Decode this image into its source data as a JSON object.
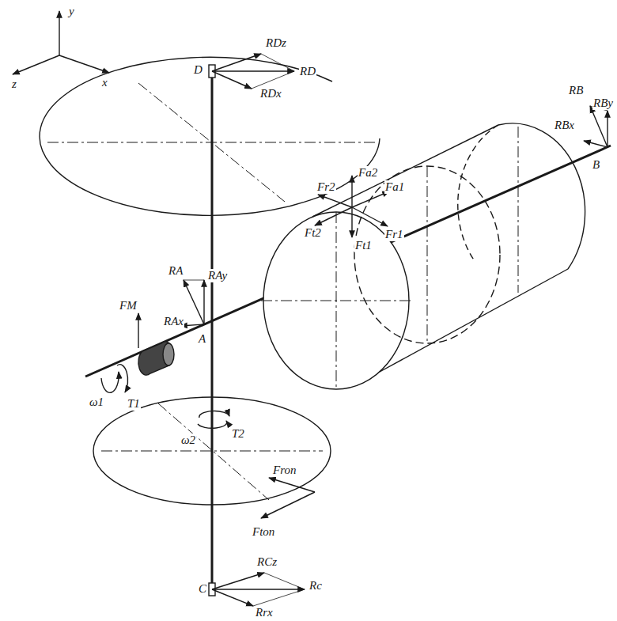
{
  "diagram": {
    "labels": [
      "y",
      "z",
      "x",
      "D",
      "RDz",
      "RD",
      "RDx",
      "RB",
      "RBy",
      "RBx",
      "B",
      "Fr2",
      "Fa2",
      "Fa1",
      "Ft2",
      "Fr1",
      "Ft1",
      "RA",
      "RAy",
      "RAx",
      "FM",
      "A",
      "ω1",
      "T1",
      "ω2",
      "T2",
      "Fron",
      "Fton",
      "C",
      "RCz",
      "Rc",
      "Rrx"
    ]
  }
}
